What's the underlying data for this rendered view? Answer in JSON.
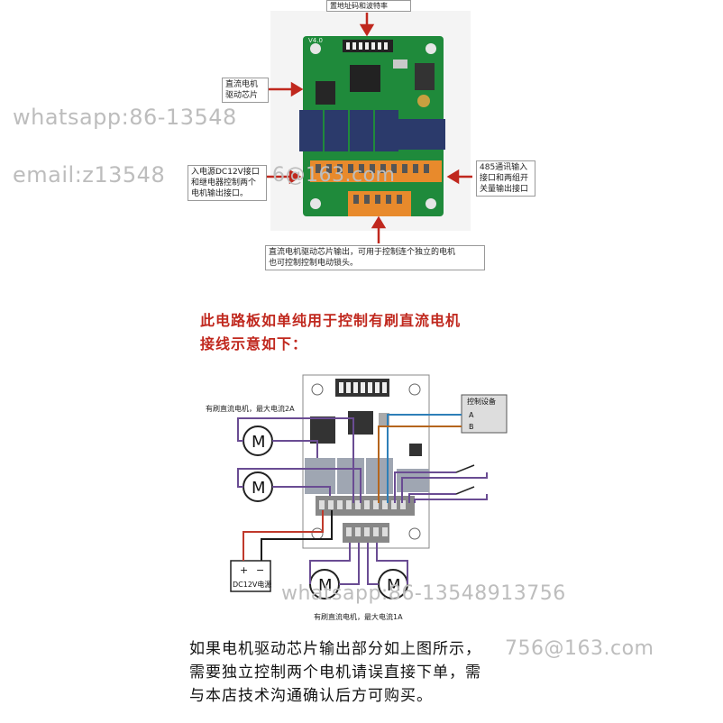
{
  "top_callouts": {
    "address": "置地址码和波特率",
    "dc_chip": [
      "直流电机",
      "驱动芯片"
    ],
    "power": [
      "入电源DC12V接口",
      "和继电器控制两个",
      "电机输出接口。"
    ],
    "rs485": [
      "485通讯输入",
      "接口和两组开",
      "关量输出接口"
    ],
    "bottom": [
      "直流电机驱动芯片输出，可用于控制连个独立的电机",
      "也可控制控制电动锁头。"
    ]
  },
  "board_label": "V4.0",
  "watermarks": {
    "whatsapp1": "whatsapp:86-13548",
    "email1": "email:z13548",
    "email1_tail": "6@163.com",
    "whatsapp2": "whatsapp:86-13548913756",
    "email2_tail": "756@163.com"
  },
  "section_title": {
    "line1": "此电路板如单纯用于控制有刷直流电机",
    "line2": "接线示意如下："
  },
  "diagram": {
    "motor_label_top": "有刷直流电机，最大电流2A",
    "motor_label_bottom": "有刷直流电机，最大电流1A",
    "motor_symbol": "M",
    "control_box_label": "控制设备",
    "port_a": "A",
    "port_b": "B",
    "psu_plus": "+",
    "psu_minus": "−",
    "psu_label": "DC12V电源",
    "wire_colors": {
      "red": "#c0392b",
      "black": "#1a1a1a",
      "purple": "#6a4c93",
      "blue": "#2e7fb8",
      "brown": "#b5651d"
    }
  },
  "bottom_note": {
    "line1": "如果电机驱动芯片输出部分如上图所示，",
    "line2": "需要独立控制两个电机请误直接下单，需",
    "line3": "与本店技术沟通确认后方可购买。"
  }
}
